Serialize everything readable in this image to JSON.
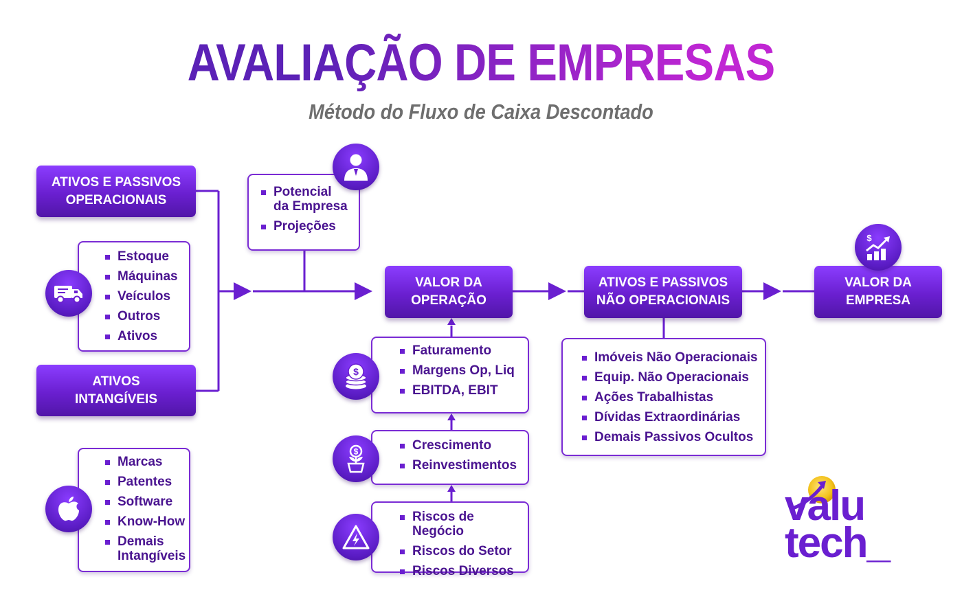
{
  "title": "AVALIAÇÃO DE EMPRESAS",
  "subtitle": "Método do Fluxo de Caixa Descontado",
  "operational_header": "ATIVOS E PASSIVOS\nOPERACIONAIS",
  "operational_items": [
    "Estoque",
    "Máquinas",
    "Veículos",
    "Outros",
    "Ativos"
  ],
  "intangibles_header": "ATIVOS\nINTANGÍVEIS",
  "intangibles_items": [
    "Marcas",
    "Patentes",
    "Software",
    "Know-How",
    "Demais\nIntangíveis"
  ],
  "potential_items": [
    "Potencial\nda Empresa",
    "Projeções"
  ],
  "operation_value_header": "VALOR DA\nOPERAÇÃO",
  "revenue_items": [
    "Faturamento",
    "Margens Op, Liq",
    "EBITDA, EBIT"
  ],
  "growth_items": [
    "Crescimento",
    "Reinvestimentos"
  ],
  "risk_items": [
    "Riscos de Negócio",
    "Riscos do Setor",
    "Riscos Diversos"
  ],
  "non_operational_header": "ATIVOS E PASSIVOS\nNÃO OPERACIONAIS",
  "non_operational_items": [
    "Imóveis Não Operacionais",
    "Equip. Não Operacionais",
    "Ações Trabalhistas",
    "Dívidas Extraordinárias",
    "Demais Passivos Ocultos"
  ],
  "company_value_header": "VALOR DA\nEMPRESA",
  "logo": {
    "line1": "valu",
    "line2": "tech_"
  },
  "icons": {
    "operational": "truck-icon",
    "intangibles": "apple-icon",
    "potential": "businessman-icon",
    "revenue": "coins-icon",
    "growth": "money-plant-icon",
    "risk": "warning-icon",
    "company_value": "growth-chart-icon"
  },
  "colors": {
    "primary": "#6a1fd0",
    "accent": "#c026d3",
    "text": "#4a1490",
    "subtitle": "#6e6e6e"
  }
}
